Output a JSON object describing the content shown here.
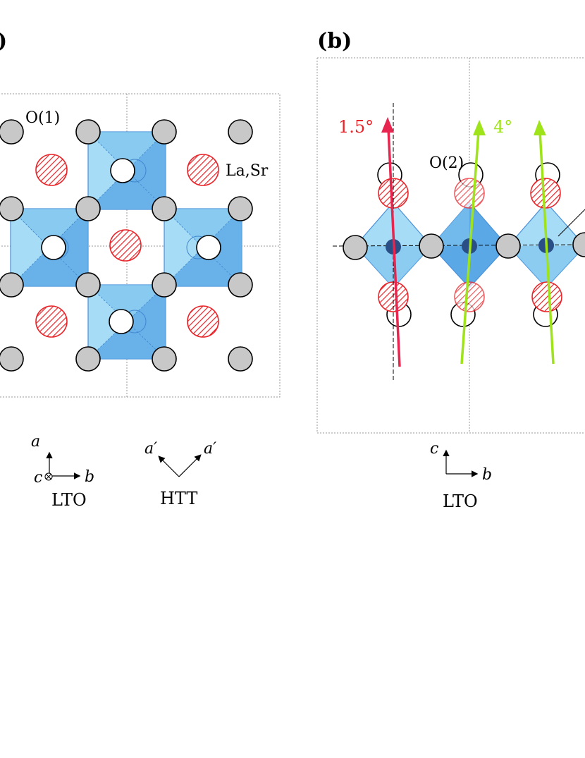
{
  "panel_a": {
    "label": ")",
    "o1_label": "O(1)",
    "lasr_label": "La,Sr",
    "axes_lto": {
      "a": "a",
      "c": "c",
      "b": "b",
      "name": "LTO"
    },
    "axes_htt": {
      "a1": "a′",
      "a2": "a′",
      "name": "HTT"
    }
  },
  "panel_b": {
    "label": "(b)",
    "angle_red": "1.5°",
    "angle_green": "4°",
    "o2_label": "O(2)",
    "axes_lto": {
      "c": "c",
      "b": "b",
      "name": "LTO"
    }
  },
  "colors": {
    "octahedron_light": "#a6dcf5",
    "octahedron_dark": "#5aa8e6",
    "oxygen_gray": "#c8c8c8",
    "lasr_red": "#e8252a",
    "red_arrow": "#e8254f",
    "green_arrow": "#9fe31a",
    "metal_dark": "#2a4f86"
  }
}
